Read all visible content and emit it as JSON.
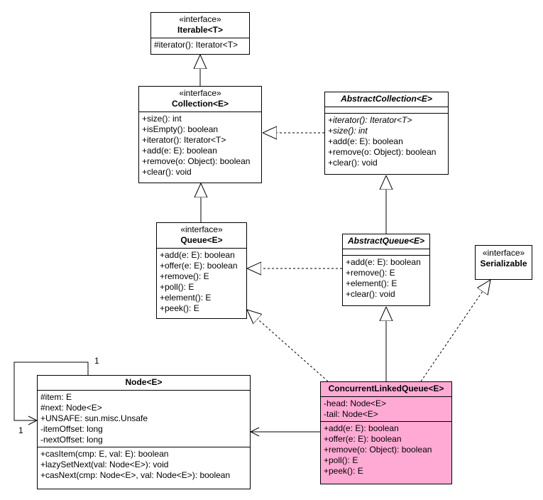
{
  "classes": {
    "iterable": {
      "stereotype": "«interface»",
      "name": "Iterable<T>",
      "attributes": [],
      "methods": [
        {
          "text": "#iterator(): Iterator<T>",
          "italic": false
        }
      ]
    },
    "collection": {
      "stereotype": "«interface»",
      "name": "Collection<E>",
      "attributes": [],
      "methods": [
        {
          "text": "+size(): int",
          "italic": false
        },
        {
          "text": "+isEmpty(): boolean",
          "italic": false
        },
        {
          "text": "+iterator(): Iterator<T>",
          "italic": false
        },
        {
          "text": "+add(e: E): boolean",
          "italic": false
        },
        {
          "text": "+remove(o: Object): boolean",
          "italic": false
        },
        {
          "text": "+clear(): void",
          "italic": false
        }
      ]
    },
    "abstractCollection": {
      "stereotype": "",
      "name": "AbstractCollection<E>",
      "attributes": [],
      "methods": [
        {
          "text": "+iterator(): Iterator<T>",
          "italic": true
        },
        {
          "text": "+size(): int",
          "italic": true
        },
        {
          "text": "+add(e: E): boolean",
          "italic": false
        },
        {
          "text": "+remove(o: Object): boolean",
          "italic": false
        },
        {
          "text": "+clear(): void",
          "italic": false
        }
      ]
    },
    "queue": {
      "stereotype": "«interface»",
      "name": "Queue<E>",
      "attributes": [],
      "methods": [
        {
          "text": "+add(e: E): boolean",
          "italic": false
        },
        {
          "text": "+offer(e: E): boolean",
          "italic": false
        },
        {
          "text": "+remove(): E",
          "italic": false
        },
        {
          "text": "+poll(): E",
          "italic": false
        },
        {
          "text": "+element(): E",
          "italic": false
        },
        {
          "text": "+peek(): E",
          "italic": false
        }
      ]
    },
    "abstractQueue": {
      "stereotype": "",
      "name": "AbstractQueue<E>",
      "attributes": [],
      "methods": [
        {
          "text": "+add(e: E): boolean",
          "italic": false
        },
        {
          "text": "+remove(): E",
          "italic": false
        },
        {
          "text": "+element(): E",
          "italic": false
        },
        {
          "text": "+clear(): void",
          "italic": false
        }
      ]
    },
    "serializable": {
      "stereotype": "«interface»",
      "name": "Serializable",
      "attributes": [],
      "methods": []
    },
    "node": {
      "stereotype": "",
      "name": "Node<E>",
      "attributes": [
        {
          "text": "#item: E",
          "italic": false
        },
        {
          "text": "#next: Node<E>",
          "italic": false
        },
        {
          "text": "+UNSAFE: sun.misc.Unsafe",
          "italic": false
        },
        {
          "text": "-itemOffset: long",
          "italic": false
        },
        {
          "text": "-nextOffset: long",
          "italic": false
        }
      ],
      "methods": [
        {
          "text": "+casItem(cmp: E, val: E): boolean",
          "italic": false
        },
        {
          "text": "+lazySetNext(val: Node<E>): void",
          "italic": false
        },
        {
          "text": "+casNext(cmp: Node<E>, val: Node<E>): boolean",
          "italic": false
        }
      ]
    },
    "clq": {
      "stereotype": "",
      "name": "ConcurrentLinkedQueue<E>",
      "attributes": [
        {
          "text": "-head: Node<E>",
          "italic": false
        },
        {
          "text": "-tail: Node<E>",
          "italic": false
        }
      ],
      "methods": [
        {
          "text": "+add(e: E): boolean",
          "italic": false
        },
        {
          "text": "+offer(e: E): boolean",
          "italic": false
        },
        {
          "text": "+remove(o: Object): boolean",
          "italic": false
        },
        {
          "text": "+poll(): E",
          "italic": false
        },
        {
          "text": "+peek(): E",
          "italic": false
        }
      ]
    }
  },
  "relations": [
    {
      "from": "Collection<E>",
      "to": "Iterable<T>",
      "kind": "generalization"
    },
    {
      "from": "Queue<E>",
      "to": "Collection<E>",
      "kind": "generalization"
    },
    {
      "from": "AbstractCollection<E>",
      "to": "Collection<E>",
      "kind": "realization"
    },
    {
      "from": "AbstractQueue<E>",
      "to": "AbstractCollection<E>",
      "kind": "generalization"
    },
    {
      "from": "AbstractQueue<E>",
      "to": "Queue<E>",
      "kind": "realization"
    },
    {
      "from": "ConcurrentLinkedQueue<E>",
      "to": "AbstractQueue<E>",
      "kind": "generalization"
    },
    {
      "from": "ConcurrentLinkedQueue<E>",
      "to": "Queue<E>",
      "kind": "realization"
    },
    {
      "from": "ConcurrentLinkedQueue<E>",
      "to": "Serializable",
      "kind": "realization"
    },
    {
      "from": "ConcurrentLinkedQueue<E>",
      "to": "Node<E>",
      "kind": "association"
    },
    {
      "from": "Node<E>",
      "to": "Node<E>",
      "kind": "self-association"
    }
  ],
  "multiplicities": {
    "self_top": "1",
    "self_left": "1"
  },
  "colors": {
    "line": "#000000",
    "box_fill": "#ffffff",
    "highlight_fill": "#ffaad4"
  }
}
